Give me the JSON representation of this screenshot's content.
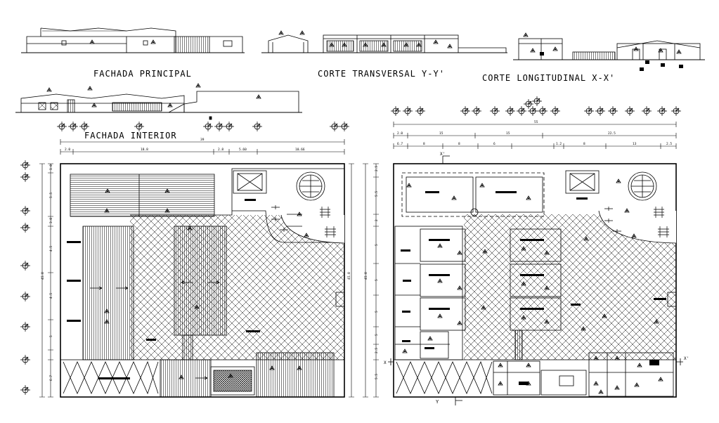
{
  "titles": {
    "fachada_principal": "FACHADA PRINCIPAL",
    "corte_transversal": "CORTE TRANSVERSAL Y-Y'",
    "corte_longitudinal": "CORTE LONGITUDINAL X-X'",
    "fachada_interior": "FACHADA INTERIOR"
  },
  "section_marks": {
    "x": "X",
    "x_prime": "X'",
    "y": "Y"
  },
  "left_plan": {
    "top_dims": [
      "2.0",
      "18.8",
      "2.8",
      "5.60",
      "10.66"
    ],
    "total_dim": "39",
    "side_dims": [
      "1.0",
      "5.5",
      "3.0",
      "4.5",
      "4.5",
      "5",
      "6.7"
    ],
    "side_total": "45.0"
  },
  "right_plan": {
    "top_dims": [
      "2.0",
      "15",
      "15",
      "22.5"
    ],
    "sub_dims": [
      "6.7",
      "8",
      "8",
      "6",
      "1.2",
      "8",
      "13",
      "2.5"
    ],
    "total_dim": "55",
    "side_dims": [
      "2.5",
      "5.5",
      "2",
      "5",
      "5",
      "5",
      "5",
      "2.5",
      "5.5"
    ],
    "side_total": "45.0"
  },
  "colors": {
    "line": "#000000",
    "background": "#ffffff"
  }
}
